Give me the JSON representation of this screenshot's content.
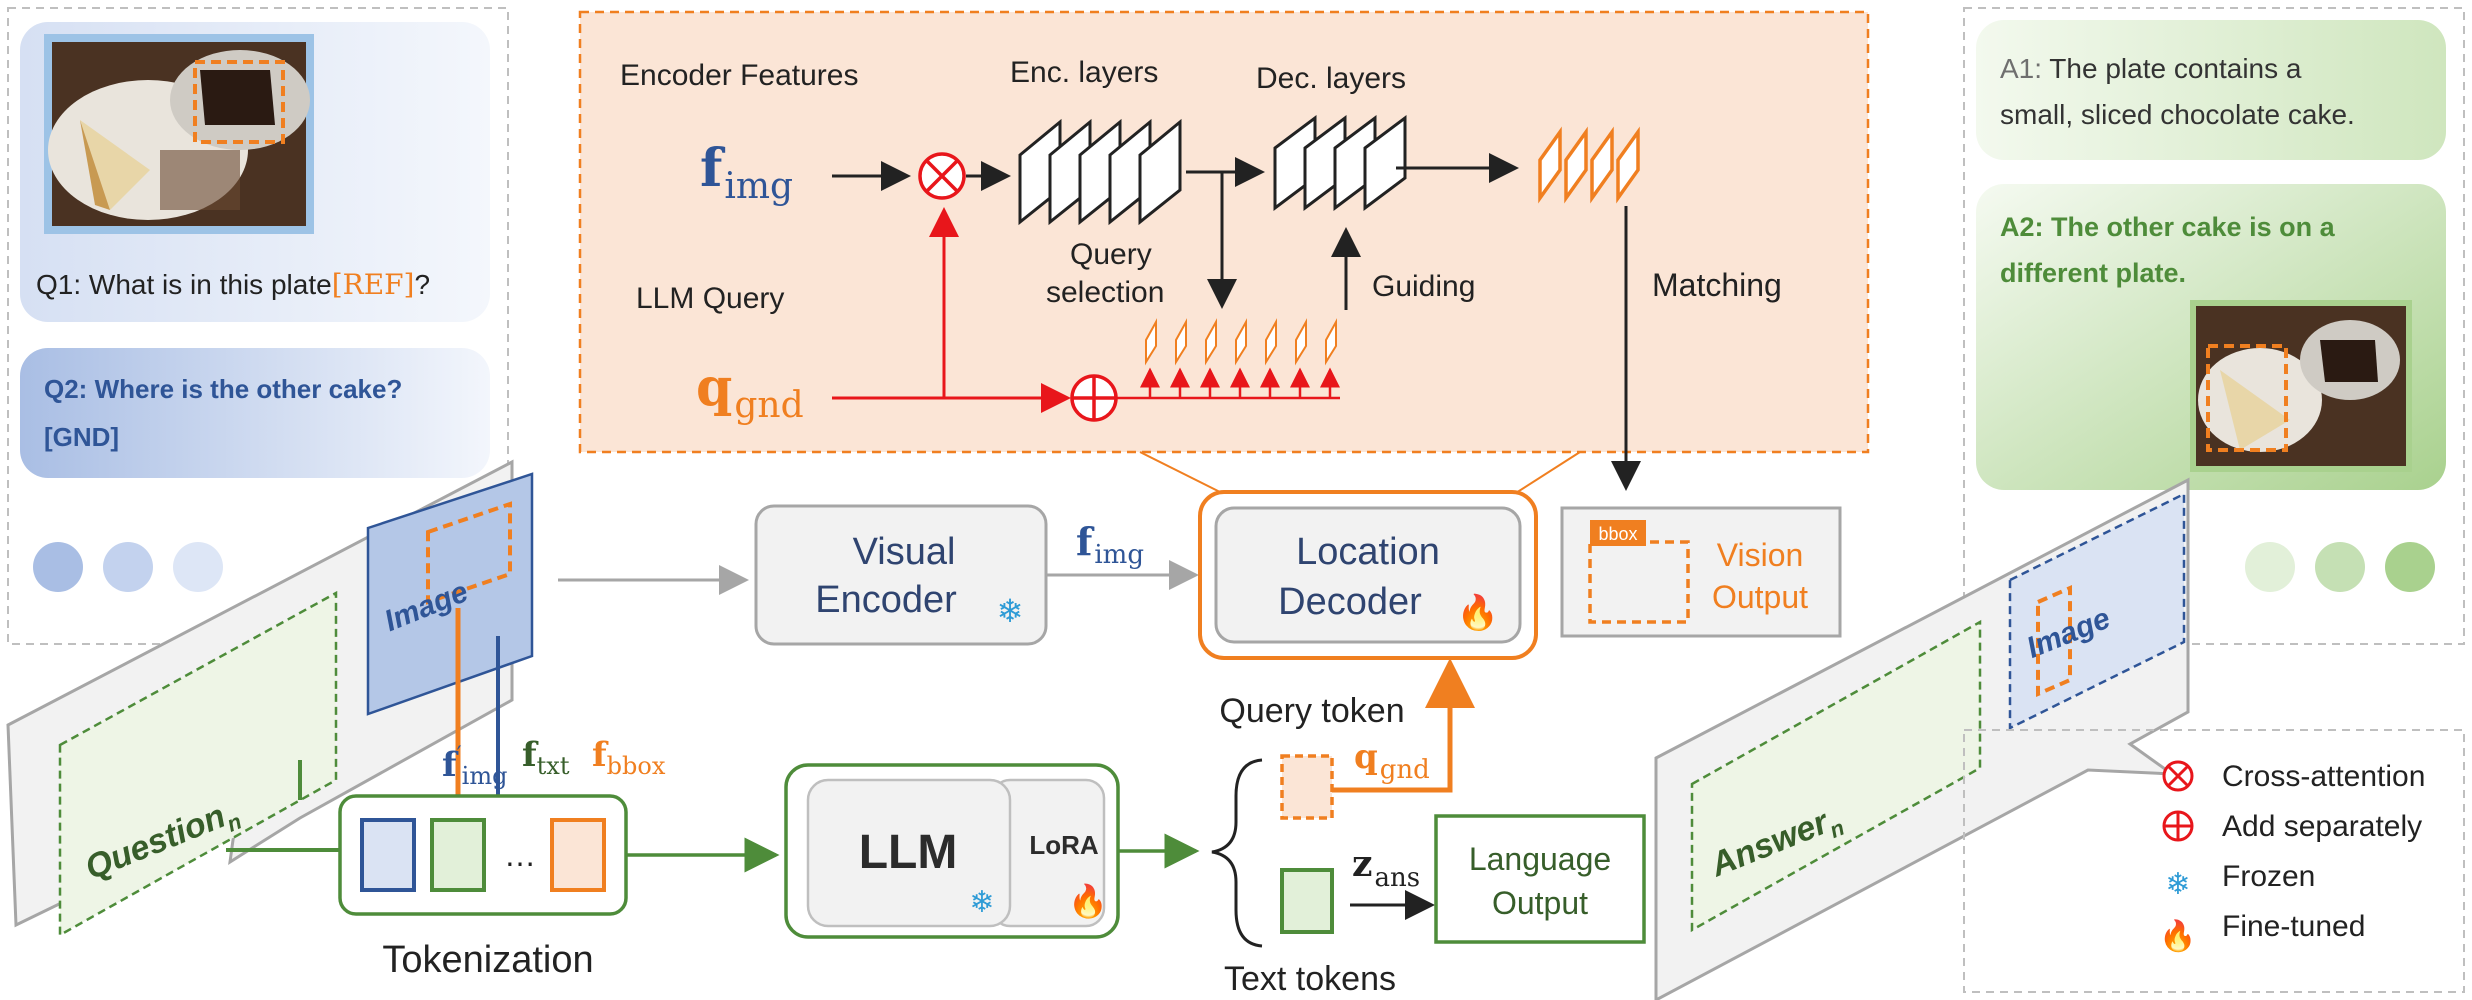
{
  "colors": {
    "orange": "#F07F20",
    "red": "#E8161B",
    "green": "#4E8C3A",
    "blue": "#2F5597",
    "gray": "#A6A6A6",
    "text_gray": "#3F3F3F"
  },
  "left_panel": {
    "q1_prefix": "Q1: What is in this plate",
    "q1_ref": "[REF]",
    "q1_suffix": "?",
    "q2_line1": "Q2: Where is the other cake?",
    "q2_line2": "[GND]"
  },
  "right_panel": {
    "a1_prefix": "A1:",
    "a1_line1": " The plate contains a",
    "a1_line2": "small, sliced chocolate cake.",
    "a2_line1": "A2: The other cake is on a",
    "a2_line2": "different plate."
  },
  "top_box": {
    "encoder_features": "Encoder Features",
    "enc_layers": "Enc. layers",
    "dec_layers": "Dec. layers",
    "f_img_main": "f",
    "f_img_sub": "img",
    "llm_query": "LLM Query",
    "query_selection_1": "Query",
    "query_selection_2": "selection",
    "guiding": "Guiding",
    "matching": "Matching",
    "q_gnd_main": "q",
    "q_gnd_sub": "gnd"
  },
  "left_card": {
    "image_label": "Image",
    "question_label": "Question",
    "question_sub": "n"
  },
  "right_card": {
    "image_label": "Image",
    "answer_label": "Answer",
    "answer_sub": "n"
  },
  "modules": {
    "visual_encoder_1": "Visual",
    "visual_encoder_2": "Encoder",
    "location_decoder_1": "Location",
    "location_decoder_2": "Decoder",
    "vision_output_1": "Vision",
    "vision_output_2": "Output",
    "bbox_tag": "bbox",
    "llm": "LLM",
    "lora": "LoRA",
    "language_output_1": "Language",
    "language_output_2": "Output",
    "tokenization": "Tokenization",
    "query_token": "Query token",
    "text_tokens": "Text tokens",
    "ellipsis": "…"
  },
  "features": {
    "f_img": "f",
    "f_img_sub": "img",
    "f_img_prime_sub": "img",
    "f_txt_sub": "txt",
    "f_bbox_sub": "bbox",
    "q_gnd": "q",
    "q_gnd_sub": "gnd",
    "z_ans": "z",
    "z_ans_sub": "ans"
  },
  "legend": {
    "cross_attention": "Cross-attention",
    "add_separately": "Add separately",
    "frozen": "Frozen",
    "fine_tuned": "Fine-tuned"
  }
}
